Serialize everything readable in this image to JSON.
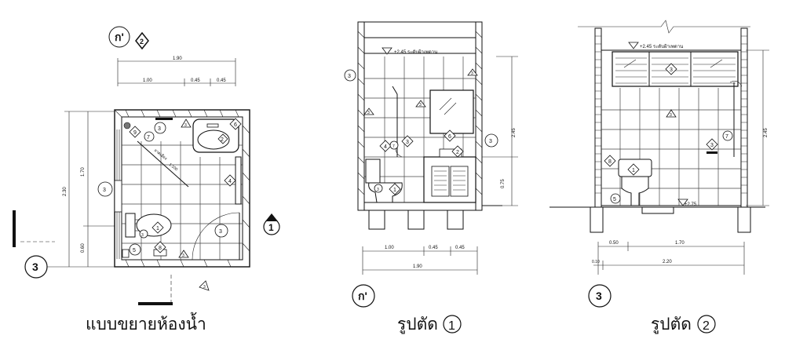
{
  "captions": {
    "plan": "แบบขยายห้องน้ำ",
    "section1": "รูปตัด",
    "section1_num": "1",
    "section2": "รูปตัด",
    "section2_num": "2"
  },
  "markers": {
    "ko": "ก'",
    "two": "2",
    "one": "1",
    "three": "3"
  },
  "plan": {
    "dims_top": [
      "1.90",
      "1.00",
      "0.45",
      "0.45"
    ],
    "dims_left": [
      "2.30",
      "1.70",
      "0.60"
    ],
    "slope_note": "ลาดเอียง",
    "slope_val": "1:100",
    "tags": [
      "9",
      "3",
      "3",
      "7",
      "2",
      "6",
      "4",
      "3",
      "1",
      "3",
      "5",
      "8",
      "3",
      "3",
      "3"
    ]
  },
  "section1": {
    "level_note": "+2.45  ระดับฝ้าเพดาน",
    "dims_right": [
      "2.45",
      "0.75"
    ],
    "dims_bottom": [
      "1.00",
      "0.45",
      "0.45",
      "1.90"
    ],
    "tags": [
      "3",
      "3",
      "3",
      "3",
      "3",
      "6",
      "4",
      "7",
      "3",
      "2",
      "1",
      "3"
    ]
  },
  "section2": {
    "level_note": "+2.45  ระดับฝ้าเพดาน",
    "floor_note": "+2.75",
    "dims_right": [
      "2.45"
    ],
    "dims_bottom": [
      "0.50",
      "1.70",
      "0.10",
      "2.20"
    ],
    "tags": [
      "3",
      "3",
      "3",
      "7",
      "8",
      "1",
      "5"
    ]
  }
}
